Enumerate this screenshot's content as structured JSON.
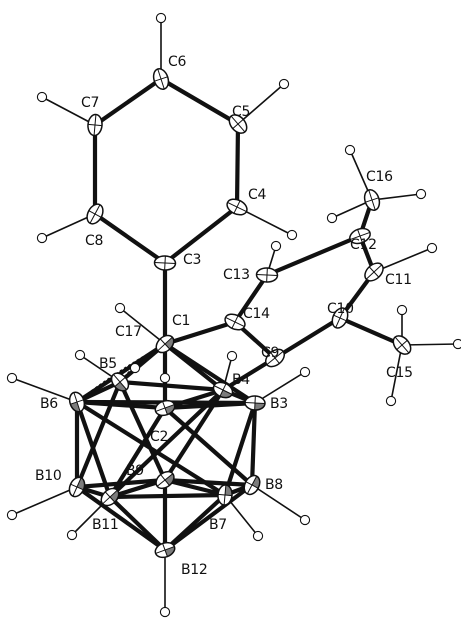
{
  "labels": {
    "C1": "C1",
    "C2": "C2",
    "C3": "C3",
    "C4": "C4",
    "C5": "C5",
    "C6": "C6",
    "C7": "C7",
    "C8": "C8",
    "C9": "C9",
    "C10": "C10",
    "C11": "C11",
    "C12": "C12",
    "C13": "C13",
    "C14": "C14",
    "C15": "C15",
    "C16": "C16",
    "C17": "C17",
    "B3": "B3",
    "B4": "B4",
    "B5": "B5",
    "B6": "B6",
    "B7": "B7",
    "B8": "B8",
    "B9": "B9",
    "B10": "B10",
    "B11": "B11",
    "B12": "B12"
  },
  "colors": {
    "ink": "#111111",
    "background": "#ffffff"
  }
}
